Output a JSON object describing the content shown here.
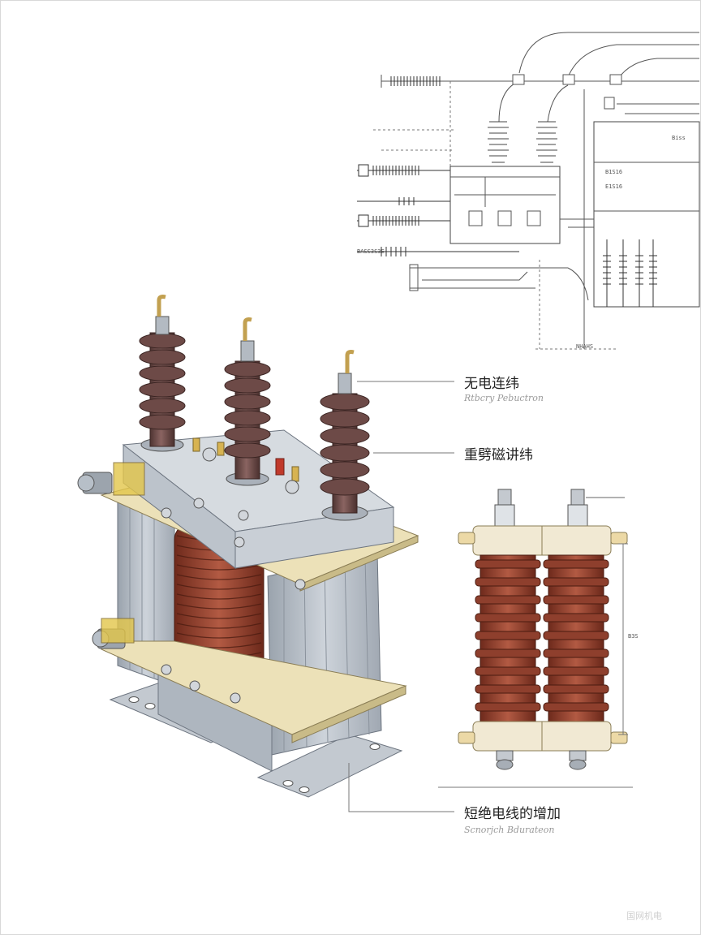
{
  "callouts": [
    {
      "zh": "无电连纬",
      "en": "Rtbcry Pebuctron"
    },
    {
      "zh": "重劈磁讲纬",
      "en": ""
    },
    {
      "zh": "短绝电线的增加",
      "en": "Scnorjch Bdurateon"
    }
  ],
  "schematic_labels": [
    "Biss",
    "B1S16",
    "E1S16",
    "BASS3S3E",
    "NHAHS"
  ],
  "dimension_label": "B3S",
  "watermark": "国网机电"
}
